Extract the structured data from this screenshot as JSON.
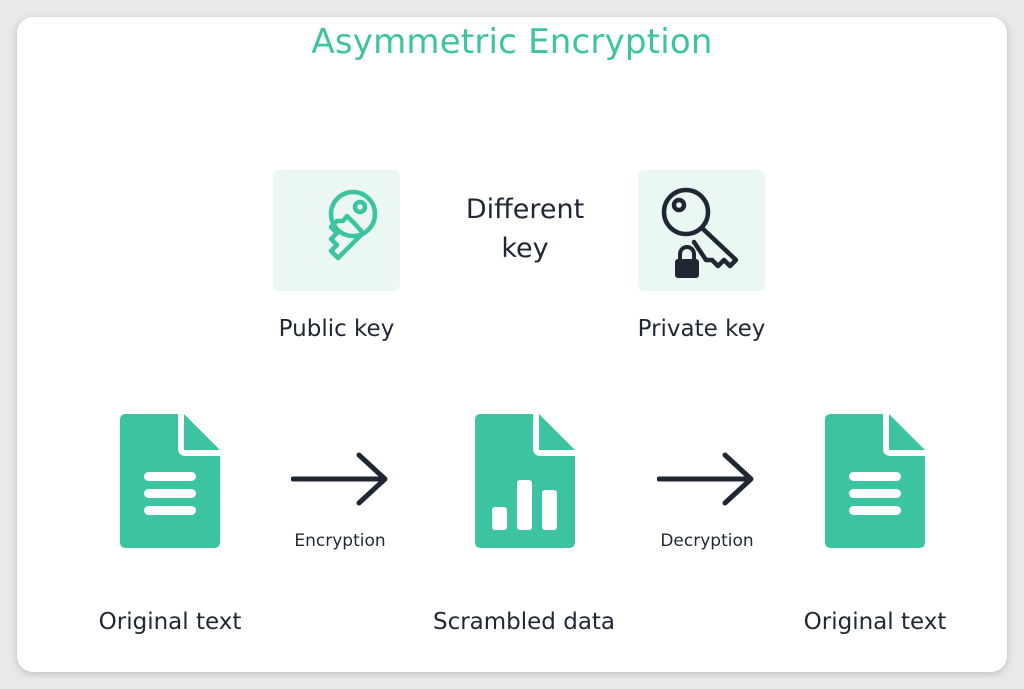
{
  "title": "Asymmetric Encryption",
  "keys": {
    "public_label": "Public key",
    "center_line1": "Different",
    "center_line2": "key",
    "private_label": "Private key"
  },
  "flow": {
    "step1_label": "Original text",
    "op1_label": "Encryption",
    "step2_label": "Scrambled data",
    "op2_label": "Decryption",
    "step3_label": "Original text"
  },
  "colors": {
    "accent": "#3cc4a0",
    "tile_bg": "#eaf7f3",
    "text": "#1f2733"
  },
  "icons": {
    "public_key": "key-icon",
    "private_key": "key-with-lock-icon",
    "original_doc": "text-document-icon",
    "scrambled_doc": "bar-chart-document-icon",
    "arrow": "arrow-right-icon"
  }
}
